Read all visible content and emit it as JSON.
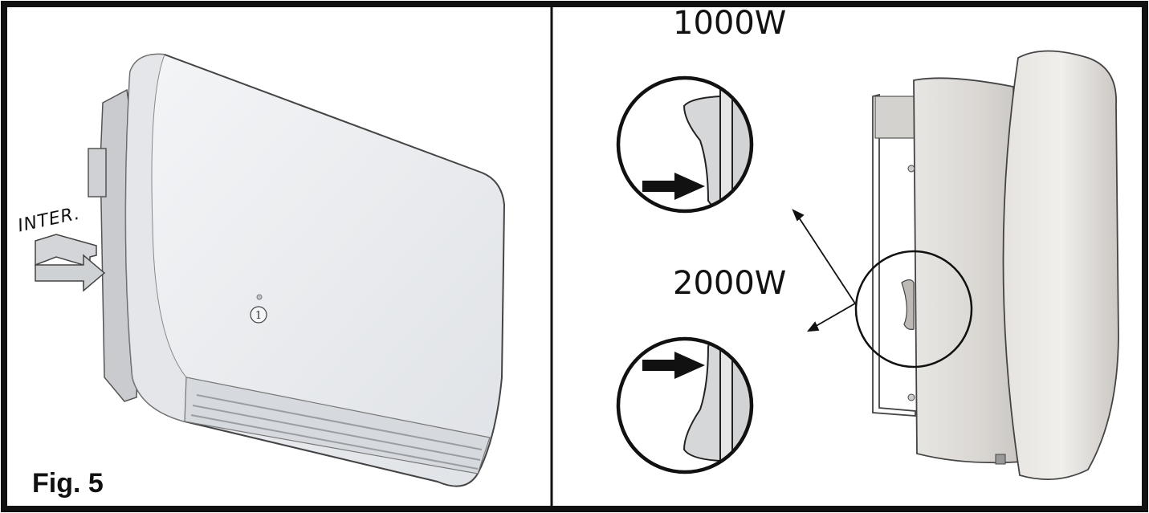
{
  "figure": {
    "label": "Fig. 5",
    "switch_label": "INTER.",
    "marker": "1"
  },
  "power_settings": {
    "low": "1000W",
    "high": "2000W"
  },
  "colors": {
    "frame": "#111111",
    "heater_white": "#eceef1",
    "heater_side": "#c8cacd",
    "heater_beige": "#d9d6d2",
    "zoom_gray": "#d2d3d5"
  }
}
